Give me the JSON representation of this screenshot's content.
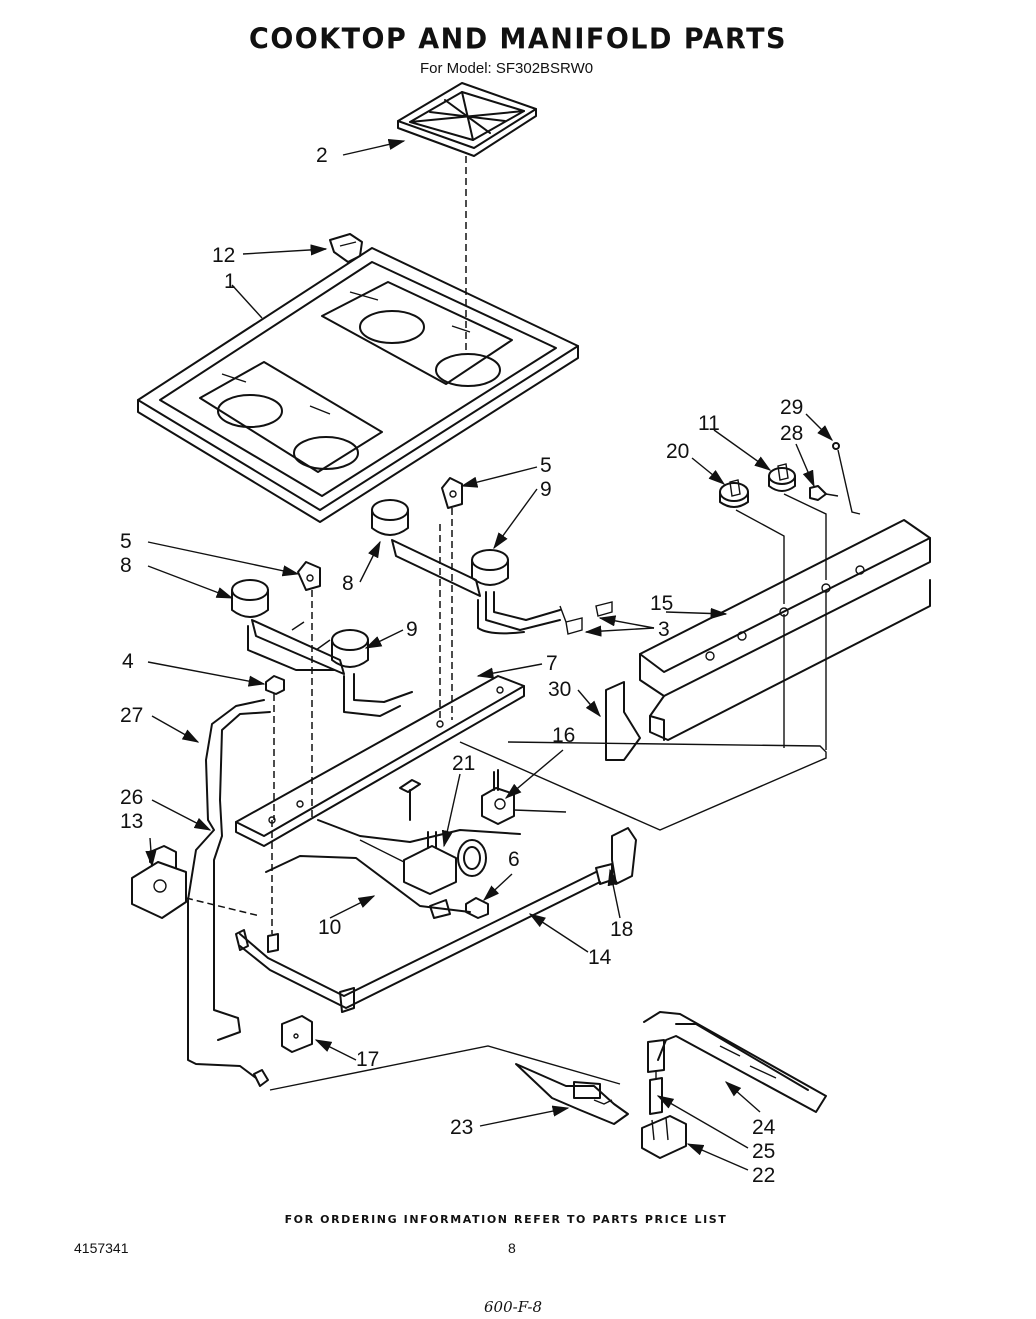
{
  "header": {
    "title": "COOKTOP AND MANIFOLD PARTS",
    "model_line": "For Model: SF302BSRW0"
  },
  "footer": {
    "ordering_info": "FOR ORDERING INFORMATION REFER TO PARTS PRICE LIST",
    "document_number": "4157341",
    "page_number": "8",
    "handwritten_note": "600-F-8"
  },
  "callouts": {
    "c1": "1",
    "c2": "2",
    "c3": "3",
    "c4": "4",
    "c5a": "5",
    "c5b": "5",
    "c6": "6",
    "c7": "7",
    "c8a": "8",
    "c8b": "8",
    "c9a": "9",
    "c9b": "9",
    "c10": "10",
    "c11": "11",
    "c12": "12",
    "c13": "13",
    "c14": "14",
    "c15": "15",
    "c16": "16",
    "c17": "17",
    "c18": "18",
    "c20": "20",
    "c21": "21",
    "c22": "22",
    "c23": "23",
    "c24": "24",
    "c25": "25",
    "c26": "26",
    "c27": "27",
    "c28": "28",
    "c29": "29",
    "c30": "30"
  }
}
